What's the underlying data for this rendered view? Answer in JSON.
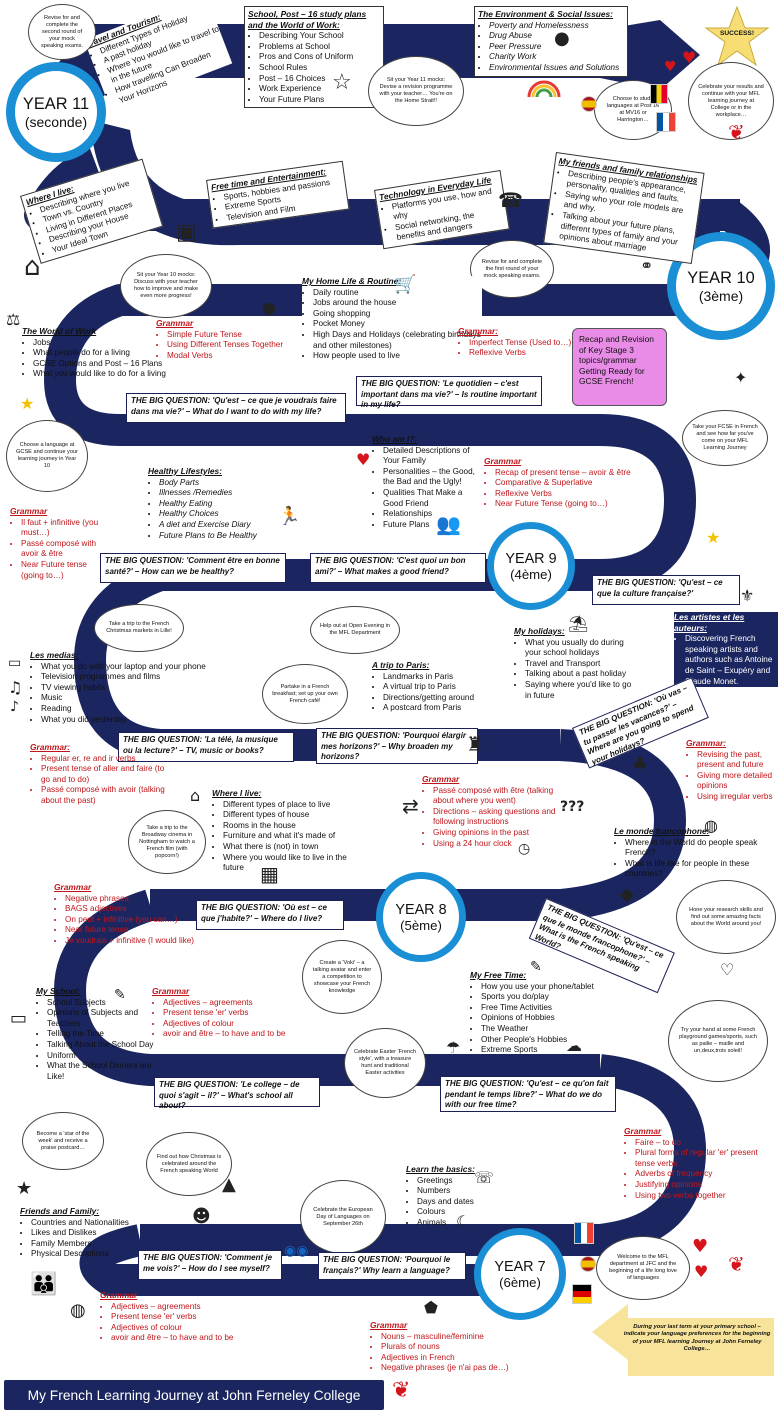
{
  "footer": {
    "title": "My French Learning Journey at John Ferneley College"
  },
  "years": {
    "y11": {
      "title": "YEAR 11",
      "sub": "(seconde)"
    },
    "y10": {
      "title": "YEAR 10",
      "sub": "(3ème)"
    },
    "y9": {
      "title": "YEAR 9",
      "sub": "(4ème)"
    },
    "y8": {
      "title": "YEAR 8",
      "sub": "(5ème)"
    },
    "y7": {
      "title": "YEAR 7",
      "sub": "(6ème)"
    }
  },
  "success": "SUCCESS!",
  "recap": "Recap and Revision of Key Stage 3 topics/grammar Getting Ready for GCSE French!",
  "topics": {
    "travel": {
      "title": "Travel and Tourism:",
      "items": [
        "Different Types of Holiday",
        "A past holiday",
        "Where You would like to travel to in the future",
        "How travelling Can Broaden Your Horizons"
      ]
    },
    "school_post16": {
      "title": "School, Post – 16 study plans and the World of Work:",
      "items": [
        "Describing Your School",
        "Problems at School",
        "Pros and Cons of Uniform",
        "School Rules",
        "Post – 16 Choices",
        "Work Experience",
        "Your Future Plans"
      ]
    },
    "environment": {
      "title": "The Environment & Social Issues:",
      "items": [
        "Poverty and Homelessness",
        "Drug Abuse",
        "Peer Pressure",
        "Charity Work",
        "Environmental Issues and Solutions"
      ]
    },
    "where_i_live_y11": {
      "title": "Where I live:",
      "items": [
        "Describing where you live",
        "Town vs. Country",
        "Living in Different Places",
        "Describing your House",
        "Your Ideal Town"
      ]
    },
    "free_time_y10": {
      "title": "Free time and Entertainment:",
      "items": [
        "Sports, hobbies and passions",
        "Extreme Sports",
        "Television and Film"
      ]
    },
    "technology": {
      "title": "Technology in Everyday Life",
      "items": [
        "Platforms you use, how and why",
        "Social networking, the benefits and dangers"
      ]
    },
    "friends_family_y10": {
      "title": "My friends and family relationships",
      "items": [
        "Describing people's appearance, personality, qualities and faults.",
        "Saying who your role models are and why.",
        "Talking about your future plans, different types of family and your opinions about marriage"
      ]
    },
    "home_life": {
      "title": "My Home Life & Routine:",
      "items": [
        "Daily routine",
        "Jobs around the house",
        "Going shopping",
        "Pocket Money",
        "High Days and Holidays (celebrating birthdays and other milestones)",
        "How people used to live"
      ]
    },
    "world_of_work": {
      "title": "The World of Work",
      "items": [
        "Jobs",
        "What people do for a living",
        "GCSE Options and Post – 16 Plans",
        "What you would like to do for a living"
      ]
    },
    "healthy": {
      "title": "Healthy Lifestyles:",
      "items": [
        "Body Parts",
        "Illnesses /Remedies",
        "Healthy Eating",
        "Healthy Choices",
        "A diet and Exercise Diary",
        "Future Plans to Be Healthy"
      ]
    },
    "who_am_i": {
      "title": "Who am I?:",
      "items": [
        "Detailed Descriptions of Your Family",
        "Personalities – the Good, the Bad and the Ugly!",
        "Qualities That Make a Good Friend",
        "Relationships",
        "Future Plans"
      ]
    },
    "artistes": {
      "title": "Les artistes et les auteurs:",
      "items": [
        "Discovering French speaking artists and authors such as Antoine de Saint – Exupéry and Claude Monet."
      ]
    },
    "medias": {
      "title": "Les medias:",
      "items": [
        "What you do with your laptop and your phone",
        "Television programmes and films",
        "TV viewing habits",
        "Music",
        "Reading",
        "What you did yesterday"
      ]
    },
    "trip_paris": {
      "title": "A trip to Paris:",
      "items": [
        "Landmarks in Paris",
        "A virtual trip to Paris",
        "Directions/getting around",
        "A postcard from Paris"
      ]
    },
    "holidays": {
      "title": "My holidays:",
      "items": [
        "What you usually do during your school holidays",
        "Travel and Transport",
        "Talking about a past holiday",
        "Saying where you'd like to go in future"
      ]
    },
    "where_i_live_y8": {
      "title": "Where I live:",
      "items": [
        "Different types of place to live",
        "Different types of house",
        "Rooms in the house",
        "Furniture and what it's made of",
        "What there is (not) in town",
        "Where you would like to live in the future"
      ]
    },
    "francophone": {
      "title": "Le monde francophone:",
      "items": [
        "Where in the World do people speak French?",
        "What is life like for people in these countries?"
      ]
    },
    "my_school": {
      "title": "My School:",
      "items": [
        "School Subjects",
        "Opinions of Subjects and Teachers",
        "Telling the Time",
        "Talking About the School Day",
        "Uniform",
        "What the School Dinners are Like!"
      ]
    },
    "free_time_y8": {
      "title": "My Free Time:",
      "items": [
        "How you use your phone/tablet",
        "Sports you do/play",
        "Free Time Activities",
        "Opinions of Hobbies",
        "The Weather",
        "Other People's Hobbies",
        "Extreme Sports"
      ]
    },
    "basics": {
      "title": "Learn the basics:",
      "items": [
        "Greetings",
        "Numbers",
        "Days and dates",
        "Colours",
        "Animals"
      ]
    },
    "friends_family_y7": {
      "title": "Friends and Family:",
      "items": [
        "Countries and Nationalities",
        "Likes and Dislikes",
        "Family Members",
        "Physical Descriptions"
      ]
    }
  },
  "grammar": {
    "g_y10a": {
      "title": "Grammar",
      "items": [
        "Simple Future Tense",
        "Using Different Tenses Together",
        "Modal Verbs"
      ]
    },
    "g_y10b": {
      "title": "Grammar:",
      "items": [
        "Imperfect Tense (Used to…)",
        "Reflexive Verbs"
      ]
    },
    "g_who": {
      "title": "Grammar",
      "items": [
        "Recap of present tense – avoir & être",
        "Comparative & Superlative",
        "Reflexive Verbs",
        "Near Future Tense (going to…)"
      ]
    },
    "g_healthy": {
      "title": "Grammar",
      "items": [
        "Il faut + infinitive (you must…)",
        "Passé composé with avoir & être",
        "Near Future tense (going to…)"
      ]
    },
    "g_medias": {
      "title": "Grammar:",
      "items": [
        "Regular er, re and ir verbs",
        "Present tense of aller and faire (to go and to do)",
        "Passé composé with avoir (talking about the past)"
      ]
    },
    "g_paris": {
      "title": "Grammar",
      "items": [
        "Passé composé with être (talking about where you went)",
        "Directions – asking questions and following instructions",
        "Giving opinions in the past",
        "Using a 24 hour clock"
      ]
    },
    "g_holidays": {
      "title": "Grammar:",
      "items": [
        "Revising the past, present and future",
        "Giving more detailed opinions",
        "Using irregular verbs"
      ]
    },
    "g_where_y8": {
      "title": "Grammar",
      "items": [
        "Negative phrases",
        "BAGS adjectives",
        "On peut + infinitive (you can…)",
        "Near future tense",
        "Je voudrais + infinitive (I would like)"
      ]
    },
    "g_school": {
      "title": "Grammar",
      "items": [
        "Adjectives – agreements",
        "Present tense 'er' verbs",
        "Adjectives of colour",
        "avoir and être – to have and to be"
      ]
    },
    "g_freetime": {
      "title": "Grammar",
      "items": [
        "Faire – to do",
        "Plural forms of regular 'er' present tense verbs",
        "Adverbs of frequency",
        "Justifying opinions",
        "Using two verbs together"
      ]
    },
    "g_y7a": {
      "title": "Grammar",
      "items": [
        "Adjectives – agreements",
        "Present tense 'er' verbs",
        "Adjectives of colour",
        "avoir and être – to have and to be"
      ]
    },
    "g_y7b": {
      "title": "Grammar",
      "items": [
        "Nouns – masculine/feminine",
        "Plurals of nouns",
        "Adjectives in French",
        "Negative phrases (je n'ai pas de…)"
      ]
    }
  },
  "big_questions": {
    "bq_work": "THE BIG QUESTION: 'Qu'est – ce que je voudrais faire dans ma vie?' – What do I want to do with my life?",
    "bq_routine": "THE BIG QUESTION: 'Le quotidien – c'est important dans ma vie?' – Is routine important in my life?",
    "bq_health": "THE BIG QUESTION: 'Comment être en bonne santé?' – How can we be healthy?",
    "bq_who": "THE BIG QUESTION: 'C'est quoi un bon ami?' – What makes a good friend?",
    "bq_culture": "THE BIG QUESTION: 'Qu'est – ce que la culture française?'",
    "bq_media": "THE BIG QUESTION: 'La télé, la musique ou la lecture?' – TV, music or books?",
    "bq_horizons": "THE BIG QUESTION: 'Pourquoi élargir mes horizons?' – Why broaden my horizons?",
    "bq_holidays": "THE BIG QUESTION: 'Où vas – tu passer les vacances?' – Where are you going to spend your holidays?",
    "bq_live": "THE BIG QUESTION: 'Où est – ce que j'habite?' – Where do I live?",
    "bq_franco": "THE BIG QUESTION: 'Qu'est – ce que le monde francophone?' – What is the French speaking World?",
    "bq_school": "THE BIG QUESTION: 'Le college – de quoi s'agit – il?' – What's school all about?",
    "bq_freetime": "THE BIG QUESTION: 'Qu'est – ce qu'on fait pendant le temps libre?' – What do we do with our free time?",
    "bq_me": "THE BIG QUESTION: 'Comment je me vois?' – How do I see myself?",
    "bq_why": "THE BIG QUESTION: 'Pourquoi le français?' Why learn a language?"
  },
  "bubbles": {
    "b1": "Revise for and complete the second round of your mock speaking exams.",
    "b2": "Sit your Year 11 mocks: Devise a revision programme with your teacher… You're on the Home Strait!!",
    "b3": "Choose to study languages at Post 16 at MV16 or Harrington…",
    "b4": "Celebrate your results and continue with your MFL learning journey at College or in the workplace…",
    "b5": "Sit your Year 10 mocks: Discuss with your teacher how to improve and make even more progress!",
    "b6": "Revise for and complete the first round of your mock speaking exams.",
    "b7": "Choose a language at GCSE and continue your learning journey in Year 10",
    "b8": "Take your FCSE in French and see how far you've come on your MFL Learning Journey",
    "b9": "Take a trip to the French Christmas markets in Lille!",
    "b10": "Help out at Open Evening in the MFL Department",
    "b11": "Partake in a French breakfast; set up your own French café!",
    "b12": "Take a trip to the Broadway cinema in Nottingham to watch a French film (with popcorn!)",
    "b13": "Hone your research skills and find out some amazing facts about the World around you!",
    "b14": "Create a 'Voki' – a talking avatar and enter a competition to showcase your French knowledge",
    "b15": "Try your hand at some French playground games/sports, such as pailie – maille and un,deux,trois soleil!",
    "b16": "Celebrate Easter 'French style', with a treasure hunt and traditional Easter activities",
    "b17": "Become a 'star of the week' and receive a praise postcard…",
    "b18": "Find out how Christmas is celebrated around the French speaking World",
    "b19": "Celebrate the European Day of Languages on September 26th",
    "b20": "Welcome to the MFL department at JFC and the beginning of a life long love of languages"
  },
  "arrow_note": "During your last term at your primary school – indicate your language preferences for the beginning of your MFL learning Journey at John Ferneley College…",
  "colors": {
    "road": "#1b2660",
    "year_ring": "#1a8fd6",
    "grammar": "#c0161b",
    "recap": "#e98ce8",
    "arrow": "#f7e39a"
  },
  "icons": [
    "star-icon",
    "apple-icon",
    "rainbow-icon",
    "house-icon",
    "film-icon",
    "phone-icon",
    "rings-icon",
    "trolley-icon",
    "balloon-icon",
    "scales-icon",
    "heart-icon",
    "runner-icon",
    "people-icon",
    "eiffel-tower-icon",
    "tv-icon",
    "music-icon",
    "signpost-icon",
    "globe-icon",
    "camera-icon",
    "pencil-icon",
    "flag-icon"
  ]
}
